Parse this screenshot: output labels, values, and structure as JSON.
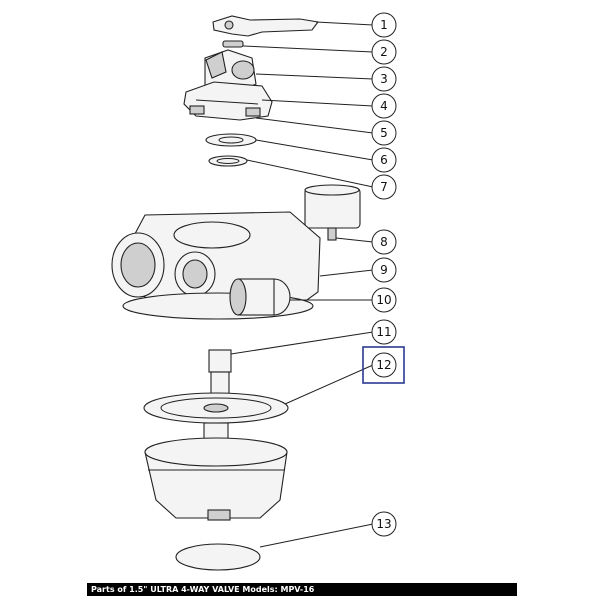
{
  "diagram": {
    "footer_caption": "Parts of 1.5\" ULTRA 4-WAY VALVE Models: MPV-16",
    "highlight_color": "#2b3a8f",
    "callouts": [
      {
        "label": "1"
      },
      {
        "label": "2"
      },
      {
        "label": "3"
      },
      {
        "label": "4"
      },
      {
        "label": "5"
      },
      {
        "label": "6"
      },
      {
        "label": "7"
      },
      {
        "label": "8"
      },
      {
        "label": "9"
      },
      {
        "label": "10"
      },
      {
        "label": "11"
      },
      {
        "label": "12",
        "highlighted": true
      },
      {
        "label": "13"
      }
    ]
  }
}
